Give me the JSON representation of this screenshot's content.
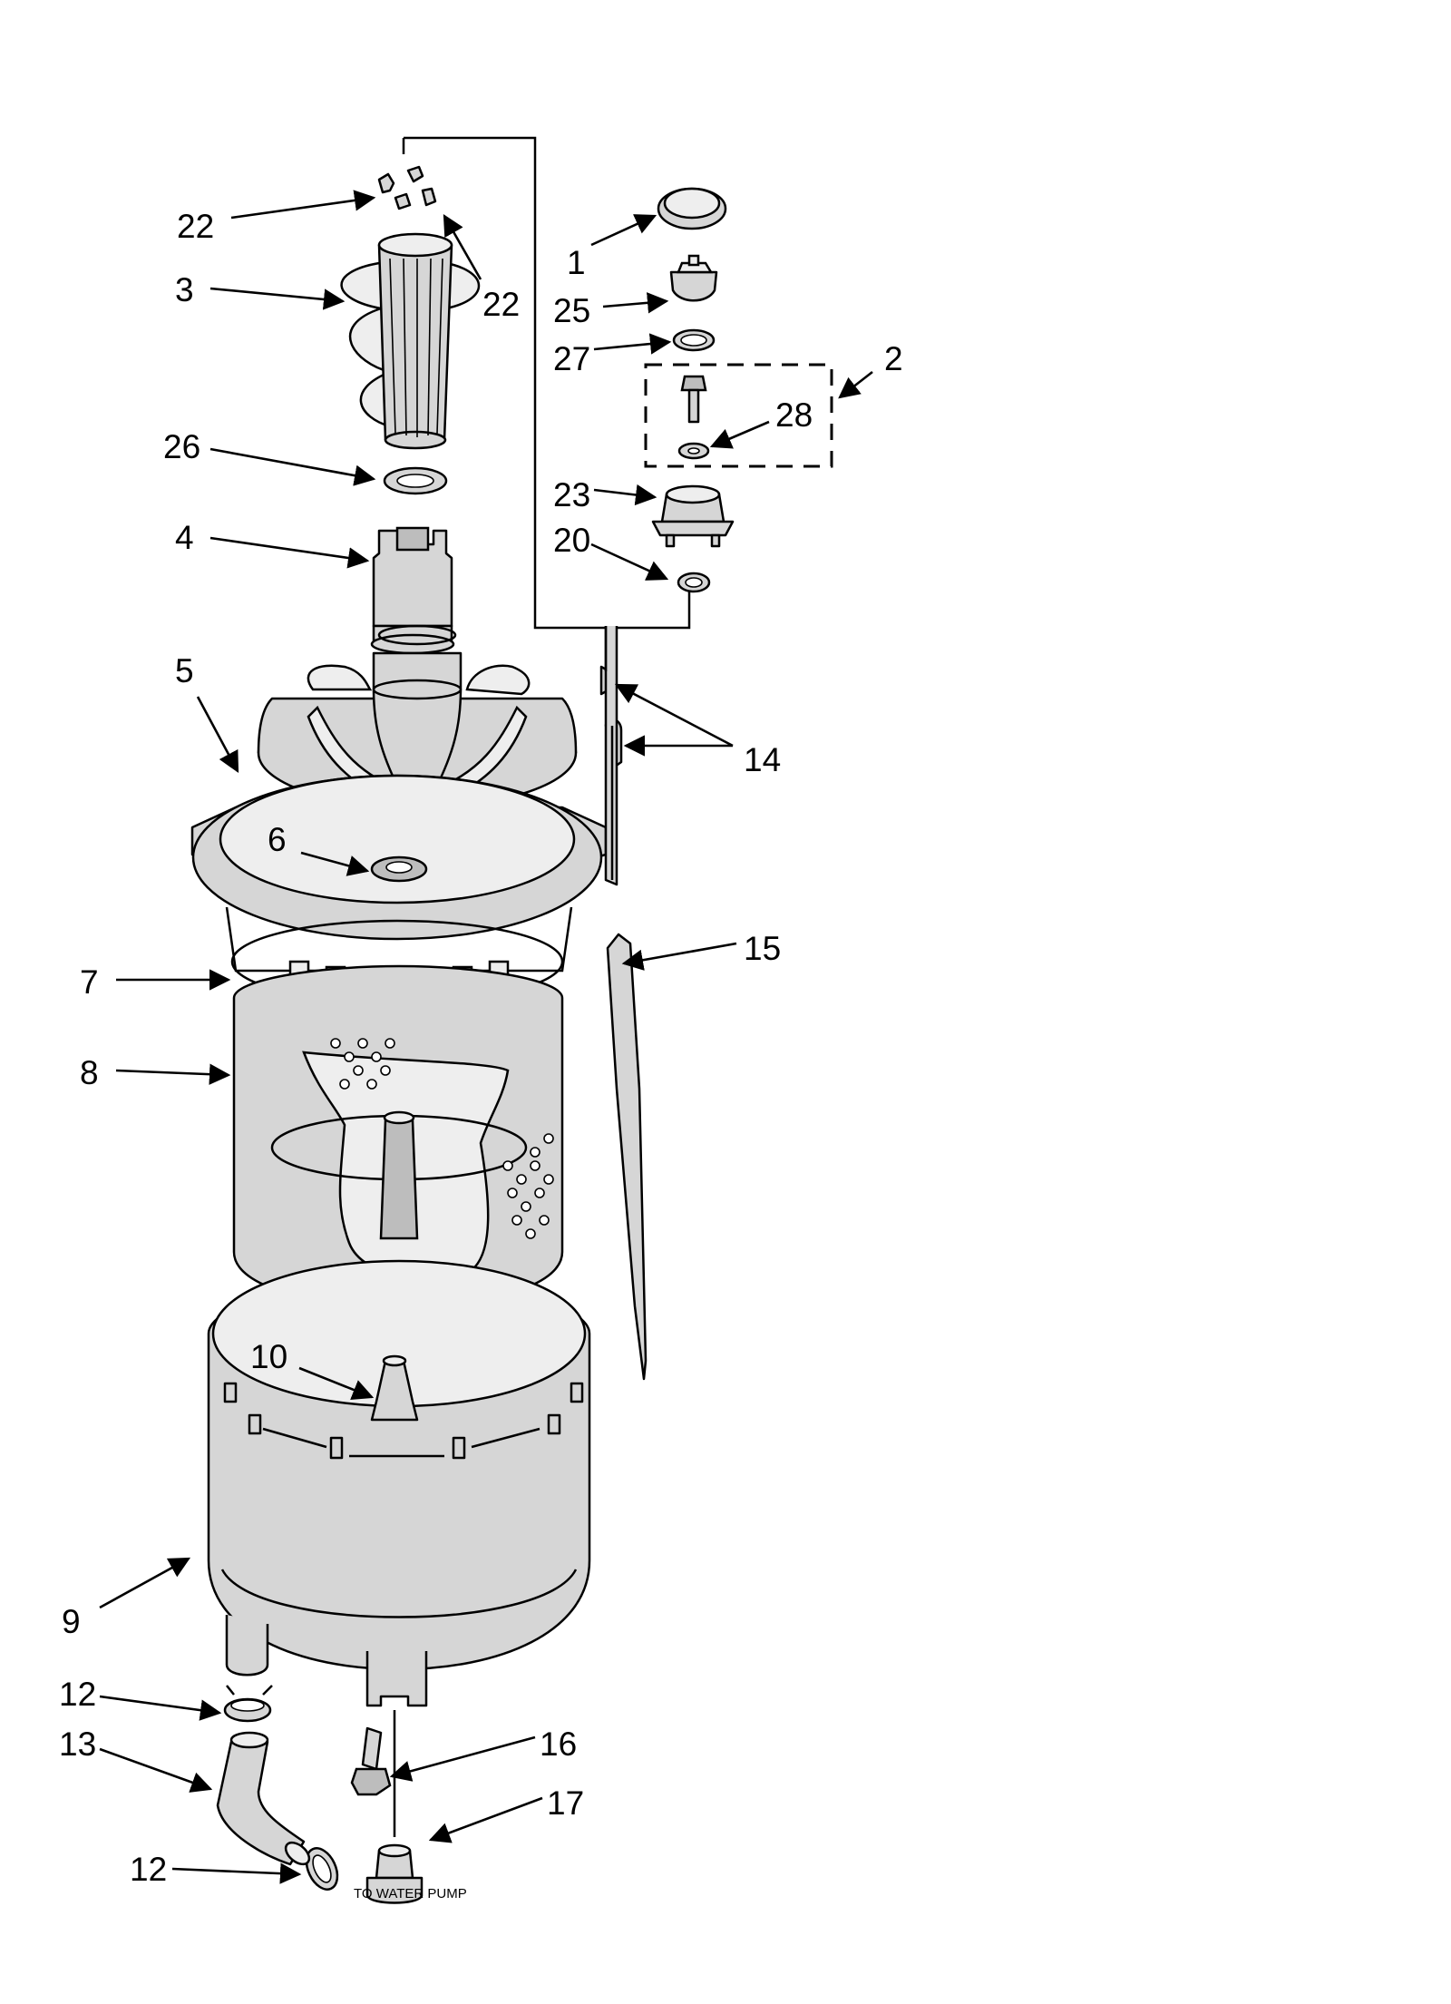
{
  "callouts": {
    "c1": "1",
    "c2": "2",
    "c3": "3",
    "c4": "4",
    "c5": "5",
    "c6": "6",
    "c7": "7",
    "c8": "8",
    "c9": "9",
    "c10": "10",
    "c12a": "12",
    "c12b": "12",
    "c13": "13",
    "c14": "14",
    "c15": "15",
    "c16": "16",
    "c17": "17",
    "c20": "20",
    "c22a": "22",
    "c22b": "22",
    "c23": "23",
    "c25": "25",
    "c26": "26",
    "c27": "27",
    "c28": "28"
  },
  "notes": {
    "to_water_pump": "TO WATER PUMP"
  }
}
